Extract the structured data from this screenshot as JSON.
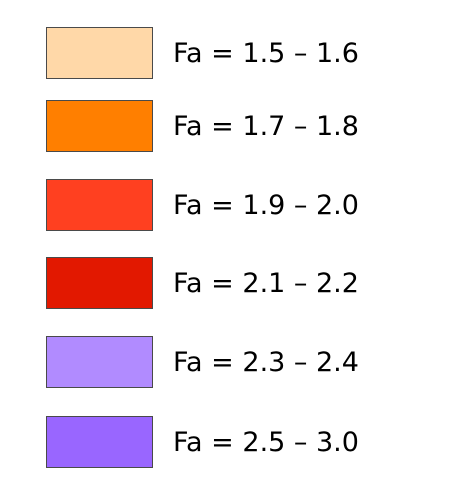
{
  "legend": {
    "items": [
      {
        "label": "Fa = 1.5 – 1.6",
        "color": "#FFD8A8"
      },
      {
        "label": "Fa = 1.7 – 1.8",
        "color": "#FF7F00"
      },
      {
        "label": "Fa = 1.9 – 2.0",
        "color": "#FF4020"
      },
      {
        "label": "Fa = 2.1 – 2.2",
        "color": "#E21800"
      },
      {
        "label": "Fa = 2.3 – 2.4",
        "color": "#B18BFF"
      },
      {
        "label": "Fa = 2.5 – 3.0",
        "color": "#9966FF"
      }
    ]
  }
}
